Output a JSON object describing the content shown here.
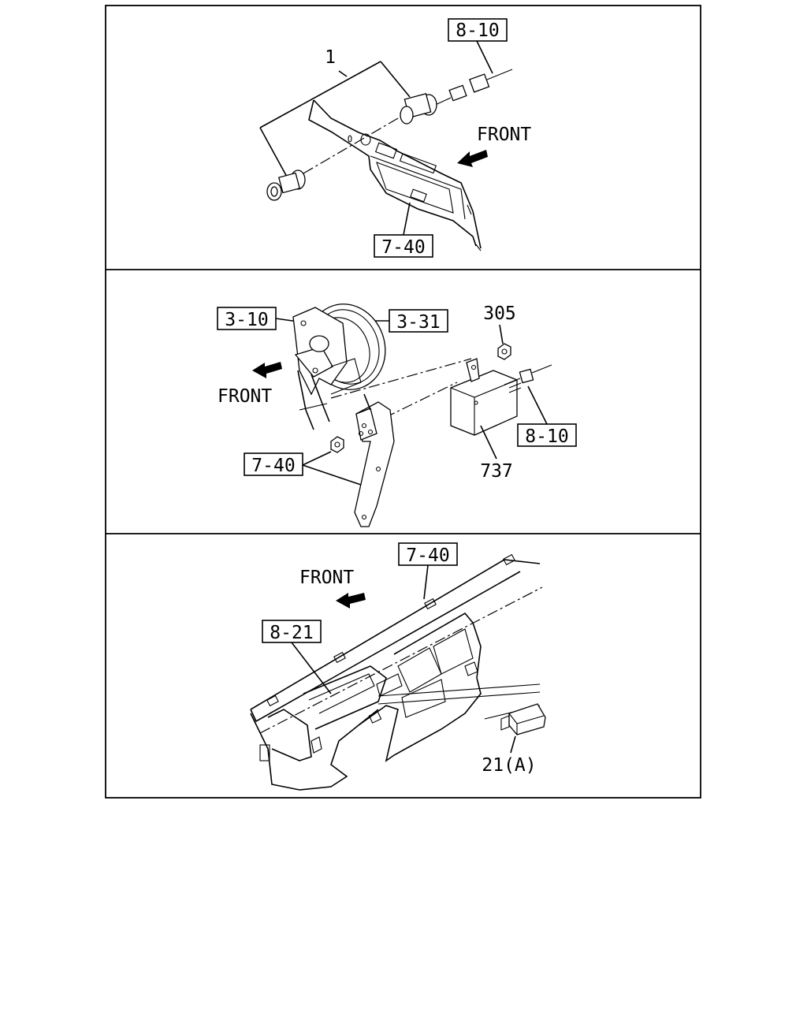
{
  "panels": [
    {
      "front_label": "FRONT",
      "labels": {
        "part_1": "1",
        "harness": "8-10",
        "panel": "7-40"
      }
    },
    {
      "front_label": "FRONT",
      "labels": {
        "pedal": "3-31",
        "bracket": "3-10",
        "nut": "305",
        "harness": "8-10",
        "module": "737",
        "mount": "7-40"
      }
    },
    {
      "front_label": "FRONT",
      "labels": {
        "dash": "7-40",
        "cluster": "8-21",
        "switch": "21(A)"
      }
    }
  ]
}
